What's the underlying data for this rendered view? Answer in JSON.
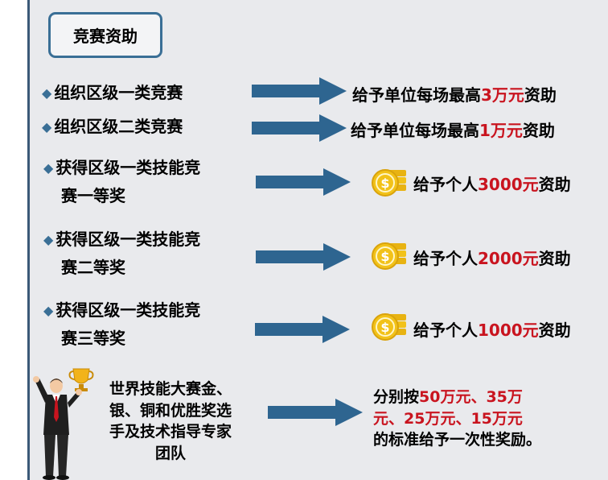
{
  "section": {
    "title": "竞赛资助"
  },
  "rows": [
    {
      "label_lines": [
        "组织区级一类竞赛"
      ],
      "pre": "给予单位每场最高",
      "amount": "3万元",
      "post": "资助"
    },
    {
      "label_lines": [
        "组织区级二类竞赛"
      ],
      "pre": "给予单位每场最高",
      "amount": "1万元",
      "post": "资助"
    },
    {
      "label_lines": [
        "获得区级一类技能竞",
        "赛一等奖"
      ],
      "pre": "给予个人",
      "amount": "3000元",
      "post": "资助"
    },
    {
      "label_lines": [
        "获得区级一类技能竞",
        "赛二等奖"
      ],
      "pre": "给予个人",
      "amount": "2000元",
      "post": "资助"
    },
    {
      "label_lines": [
        "获得区级一类技能竞",
        "赛三等奖"
      ],
      "pre": "给予个人",
      "amount": "1000元",
      "post": "资助"
    }
  ],
  "last": {
    "label_lines": [
      "世界技能大赛金、",
      "银、铜和优胜奖选",
      "手及技术指导专家",
      "团队"
    ],
    "result_line1_pre": "分别按",
    "result_line1_red": "50万元、35万",
    "result_line2_red": "元、25万元、15万元",
    "result_line3": "的标准给予一次性奖励。"
  },
  "colors": {
    "arrow": "#2e6590",
    "amount": "#c9141f",
    "frame": "#3a6f96",
    "coin": "#f2c219"
  },
  "icons": {
    "bullet": "diamond-bullet-icon",
    "coin": "gold-coin-icon",
    "person": "trophy-person-icon",
    "arrow": "right-arrow-icon"
  }
}
